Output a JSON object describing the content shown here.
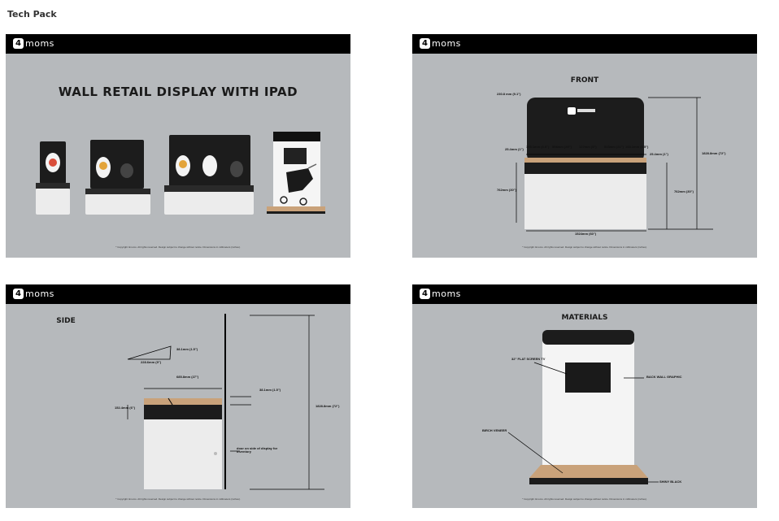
{
  "page": {
    "title": "Tech Pack"
  },
  "brand": {
    "mark": "4",
    "name": "moms"
  },
  "slides": {
    "overview": {
      "heading": "WALL RETAIL DISPLAY WITH IPAD"
    },
    "front": {
      "heading": "FRONT",
      "dims": {
        "top": "230.8 mm (9.1\")",
        "height": "1828.8mm (72\")",
        "base": "762mm (30\")",
        "base_right": "762mm (30\")",
        "width": "1524mm (60\")",
        "left_edge": "25.4mm (1\")",
        "right_edge": "25.4mm (1\")",
        "s1": "165.1mm (6.5\")",
        "s2": "508mm (20\")",
        "s3": "127mm (5\")",
        "s4": "533mm (21\")",
        "s5": "165.1mm (6.5\")"
      }
    },
    "side": {
      "heading": "SIDE",
      "dims": {
        "angle": "38.1mm (1.5\")",
        "depth_top": "228.6mm (9\")",
        "depth": "685.8mm (27\")",
        "lip": "38.1mm (1.5\")",
        "front_height": "152.4mm (6\")",
        "total_height": "1828.8mm (72\")"
      },
      "note": "door on side of display for inventory"
    },
    "materials": {
      "heading": "MATERIALS",
      "labels": {
        "tv": "32\" FLAT SCREEN TV",
        "back": "BACK WALL GRAPHIC",
        "birch": "BIRCH VENEER",
        "shiny": "SHINY BLACK"
      }
    },
    "footnote": "* Copyright 4moms. All rights reserved. Design subject to change without notice. Dimensions in millimeters (inches)."
  },
  "colors": {
    "slide_bg": "#b6b9bc",
    "bar": "#000000",
    "wood": "#c9a27a",
    "panel": "#1c1c1c",
    "cabinet": "#ececec"
  }
}
